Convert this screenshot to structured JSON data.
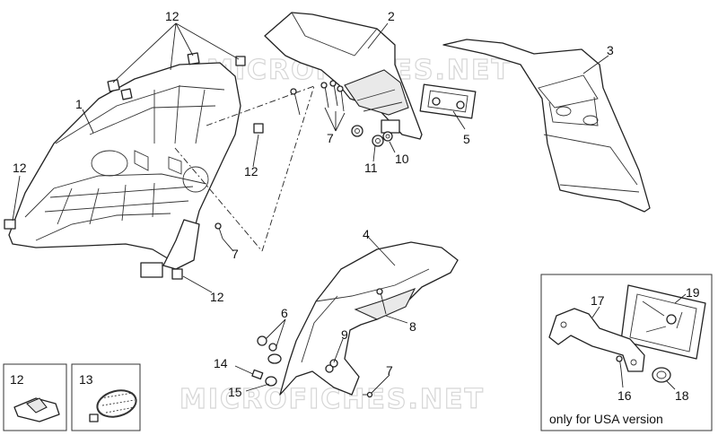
{
  "watermarks": [
    "MICROFICHES.NET",
    "MICROFICHES.NET"
  ],
  "callouts": {
    "c1": "1",
    "c2": "2",
    "c3": "3",
    "c4": "4",
    "c5": "5",
    "c6": "6",
    "c7a": "7",
    "c7b": "7",
    "c7c": "7",
    "c8": "8",
    "c9": "9",
    "c10": "10",
    "c11": "11",
    "c12a": "12",
    "c12b": "12",
    "c12c": "12",
    "c12d": "12",
    "c13": "13",
    "c14": "14",
    "c15": "15",
    "c16": "16",
    "c17": "17",
    "c18": "18",
    "c19": "19"
  },
  "inset_boxes": {
    "box12_label": "12",
    "box13_label": "13"
  },
  "usa_inset": {
    "caption": "only for USA version"
  }
}
